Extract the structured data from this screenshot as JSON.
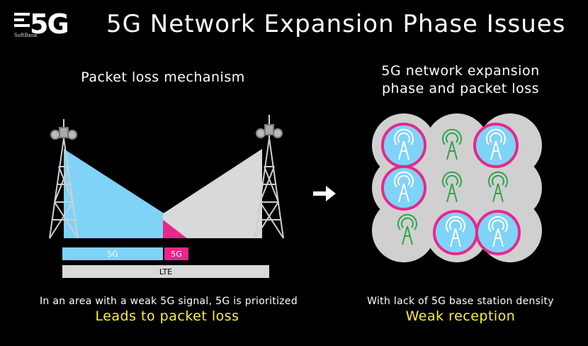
{
  "logo": {
    "mark": "5G",
    "brand": "SoftBank"
  },
  "title": "5G Network Expansion Phase Issues",
  "left": {
    "heading": "Packet loss mechanism",
    "bars": {
      "fiveg": "5G",
      "fiveg_loss": "5G",
      "lte": "LTE"
    },
    "caption": "In an area with a weak 5G signal, 5G is prioritized",
    "result": "Leads to packet loss"
  },
  "right": {
    "heading_line1": "5G network expansion",
    "heading_line2": "phase and packet loss",
    "caption": "With lack of 5G base station density",
    "result": "Weak reception"
  },
  "colors": {
    "background": "#000000",
    "fiveg_blue": "#7fd3f7",
    "loss_pink": "#e8278a",
    "lte_gray": "#d9d9d9",
    "tower_green": "#2ea44a",
    "result_yellow": "#ffef3c"
  },
  "icons": {
    "arrow": "right-arrow-icon",
    "tower": "cell-tower-icon"
  }
}
